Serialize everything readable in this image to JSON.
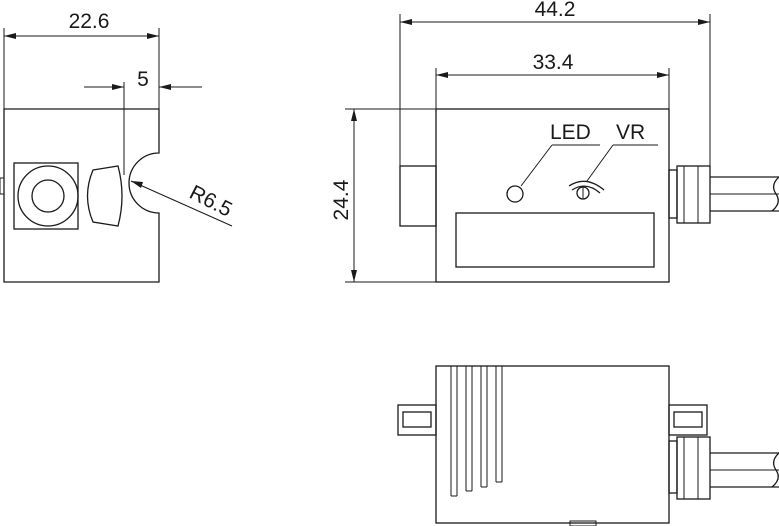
{
  "dimensions": {
    "side_width": "22.6",
    "slot_offset": "5",
    "radius": "R6.5",
    "total_length": "44.2",
    "body_length": "33.4",
    "height": "24.4"
  },
  "labels": {
    "led": "LED",
    "vr": "VR"
  }
}
